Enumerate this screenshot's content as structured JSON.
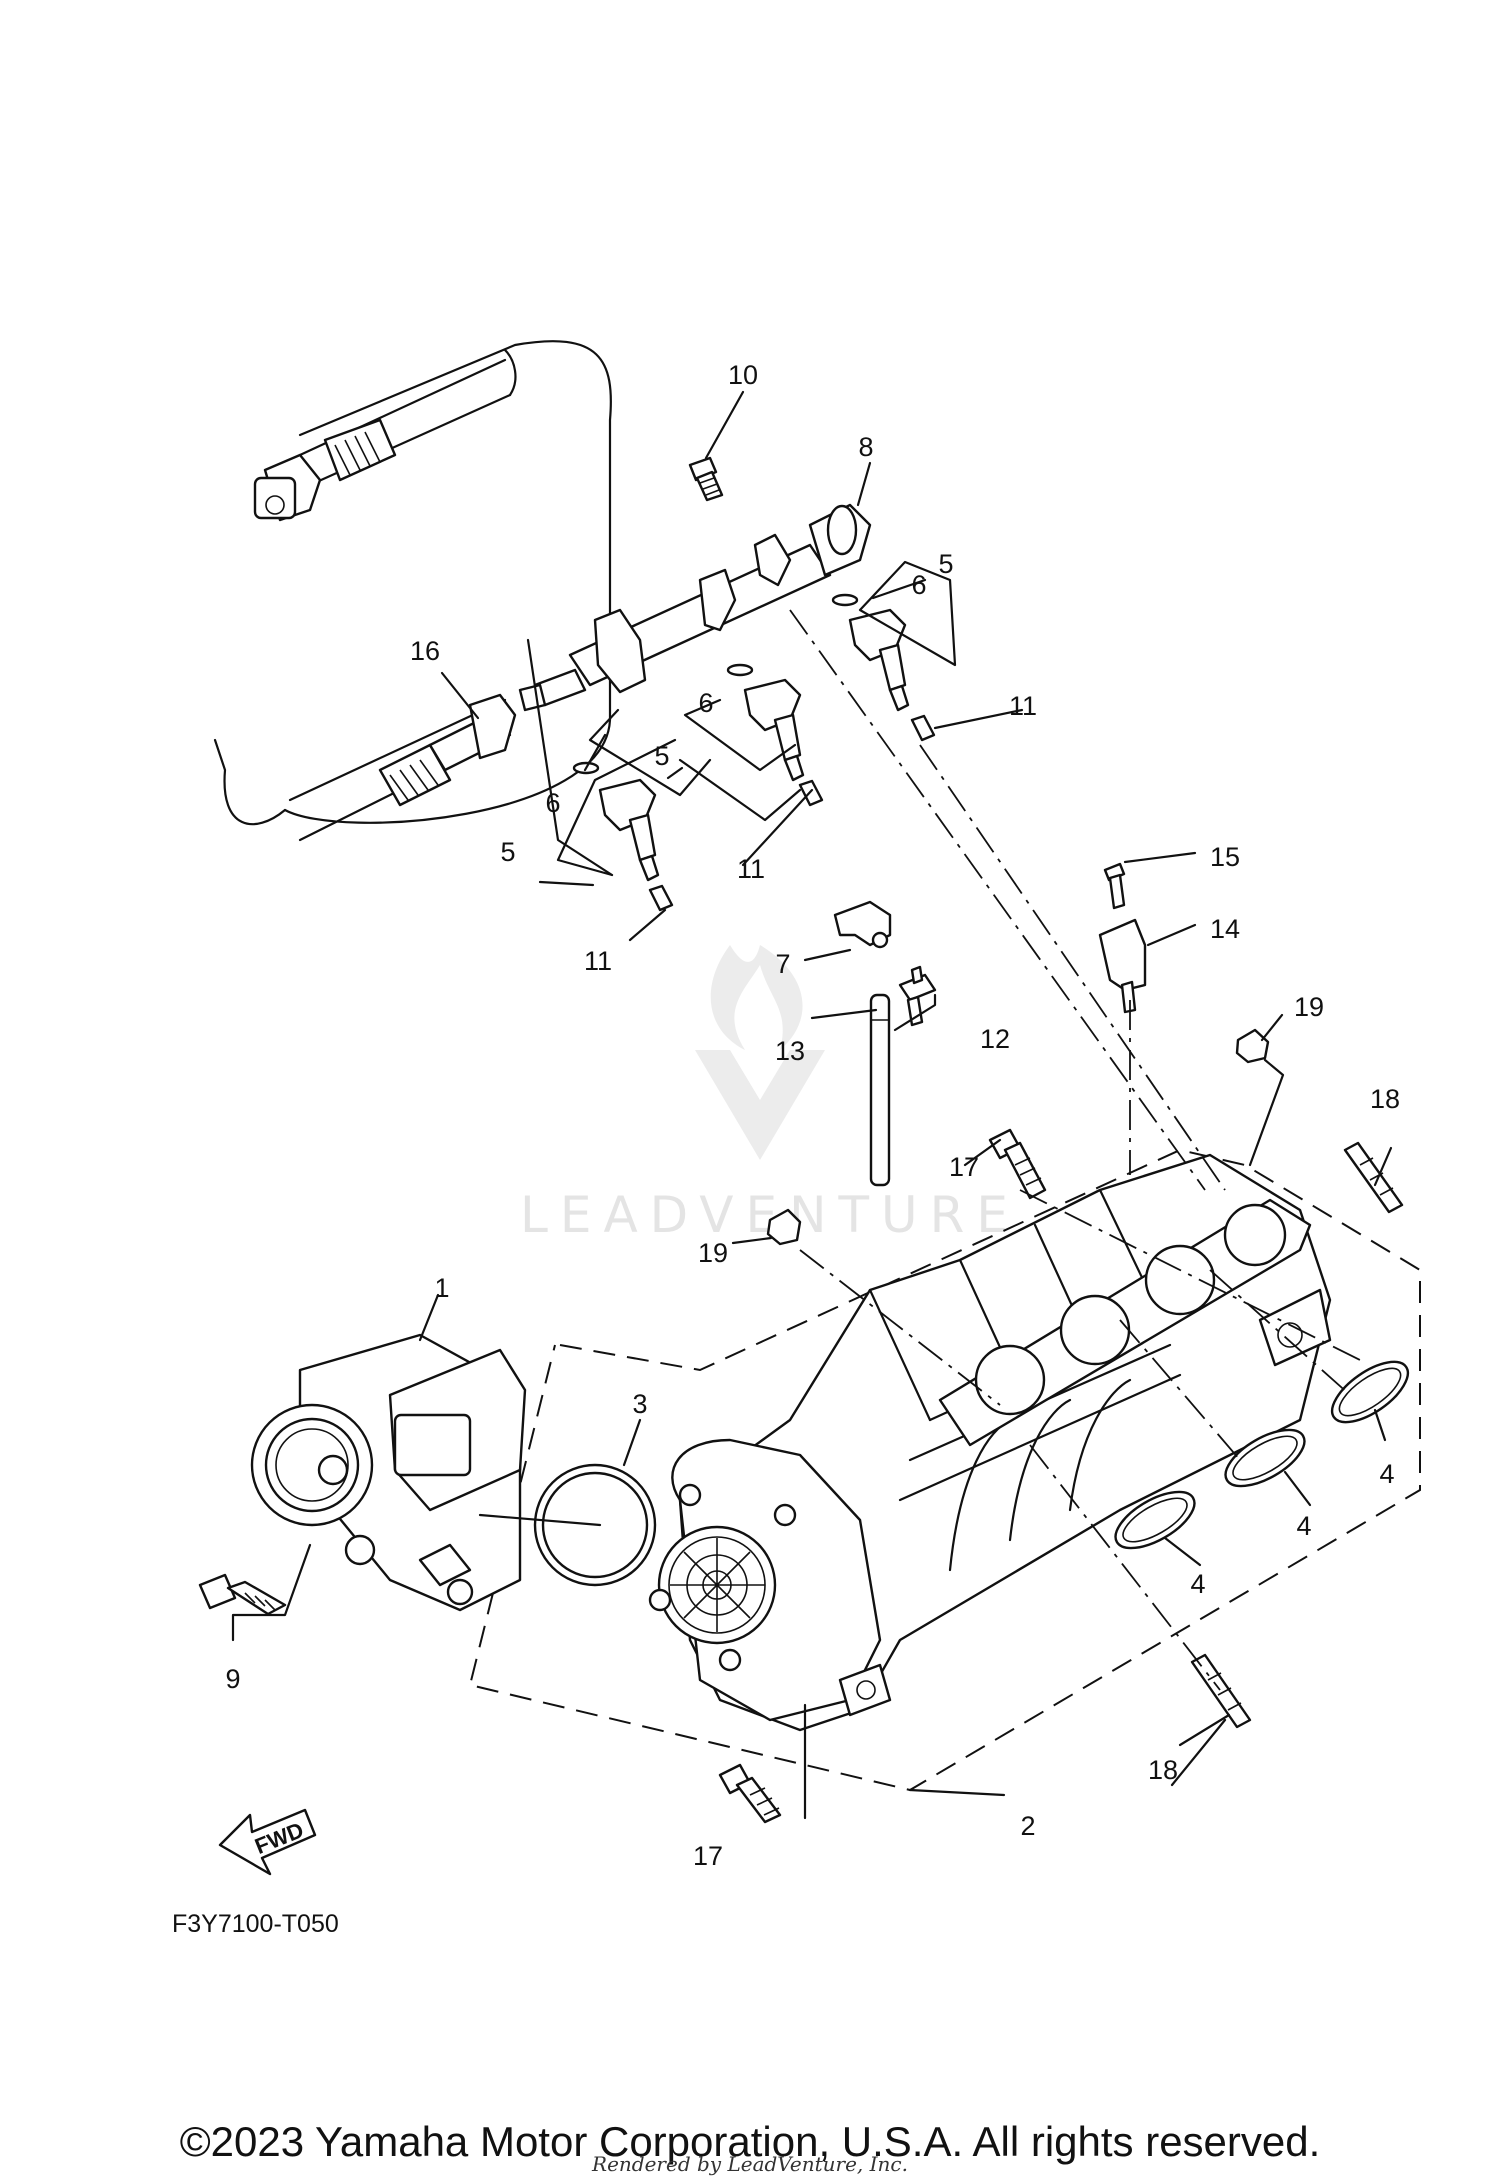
{
  "figure_code": "F3Y7100-T050",
  "copyright": "©2023 Yamaha Motor Corporation, U.S.A. All rights reserved.",
  "rendered_by": "Rendered by LeadVenture, Inc.",
  "watermark": "LEADVENTURE",
  "direction_badge": "FWD",
  "callouts": {
    "c1": "1",
    "c2": "2",
    "c3": "3",
    "c4a": "4",
    "c4b": "4",
    "c4c": "4",
    "c5a": "5",
    "c5b": "5",
    "c5c": "5",
    "c6a": "6",
    "c6b": "6",
    "c6c": "6",
    "c7": "7",
    "c8": "8",
    "c9": "9",
    "c10": "10",
    "c11a": "11",
    "c11b": "11",
    "c11c": "11",
    "c12": "12",
    "c13": "13",
    "c14": "14",
    "c15": "15",
    "c16": "16",
    "c17a": "17",
    "c17b": "17",
    "c18a": "18",
    "c18b": "18",
    "c19a": "19",
    "c19b": "19"
  }
}
